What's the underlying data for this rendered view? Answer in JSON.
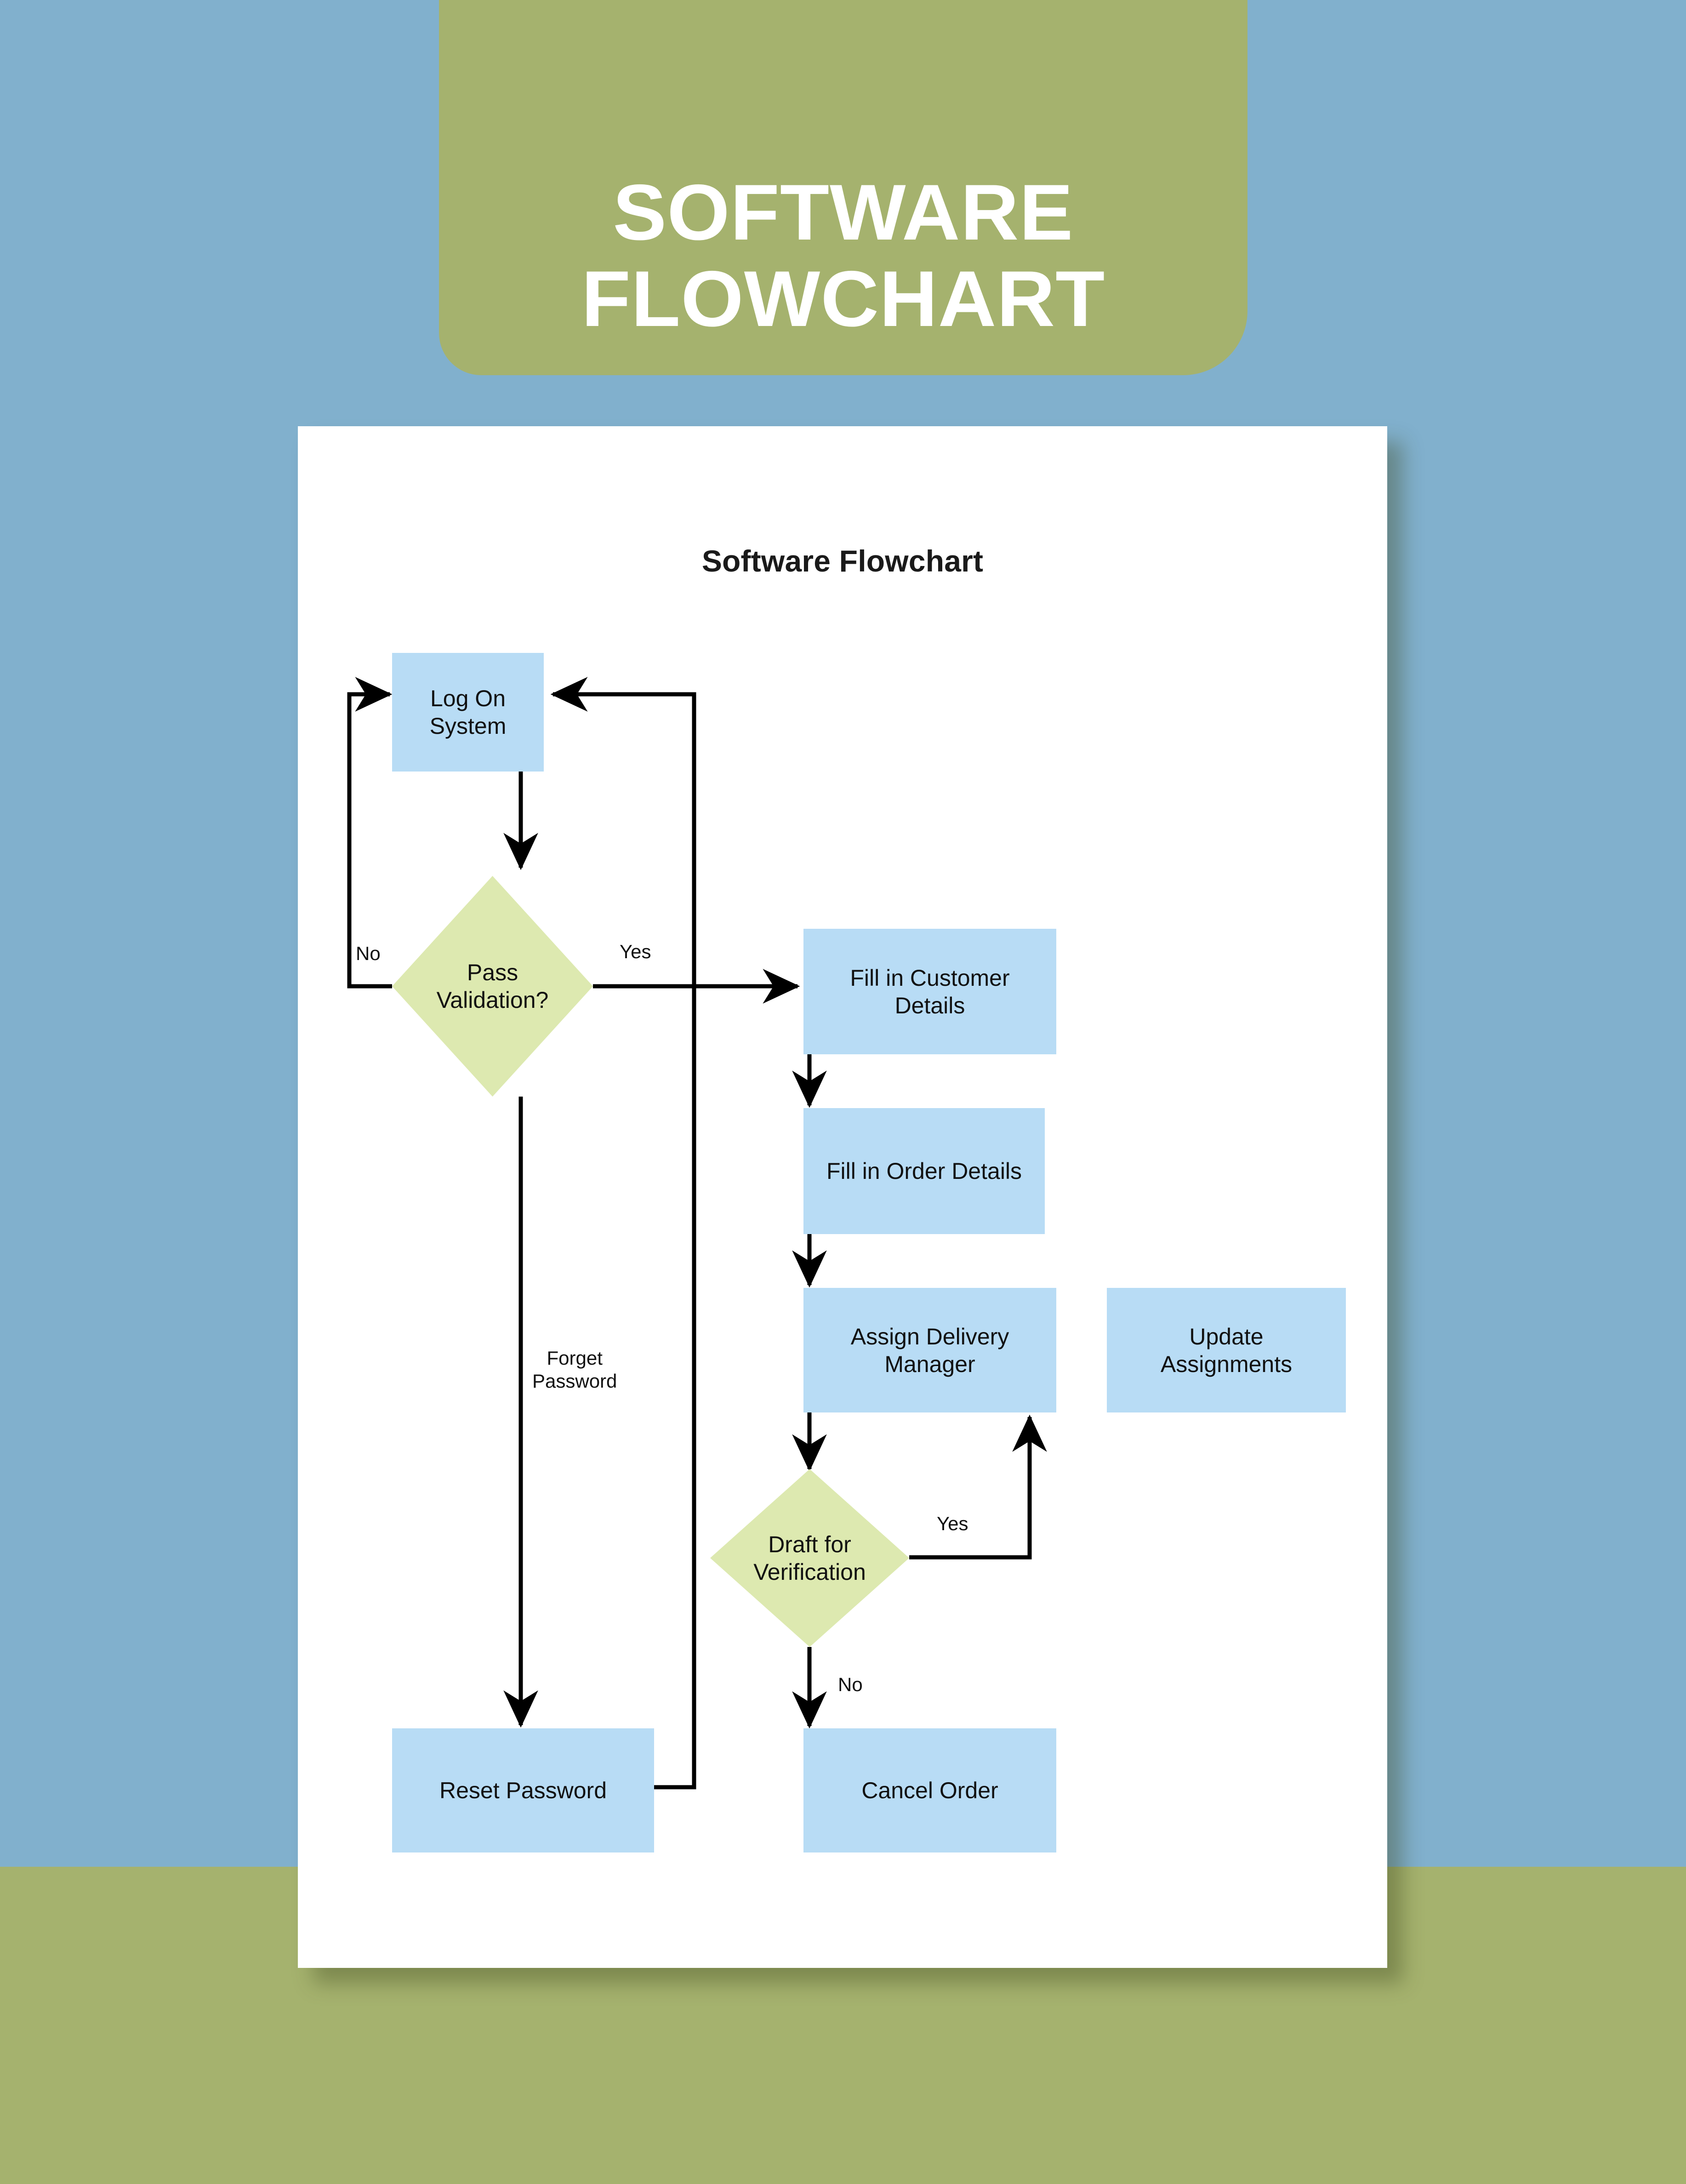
{
  "poster": {
    "background_color": "#81b0cd",
    "band_color": "#a5b26e",
    "header": {
      "line1": "SOFTWARE",
      "line2": "FLOWCHART",
      "text_color": "#ffffff",
      "plaque_color": "#a5b26e"
    }
  },
  "card": {
    "background_color": "#ffffff",
    "title": "Software Flowchart"
  },
  "chart_data": {
    "type": "flowchart",
    "title": "Software Flowchart",
    "process_color": "#b8dcf5",
    "decision_color": "#dde9b0",
    "connector_color": "#000000",
    "nodes": [
      {
        "id": "log_on_system",
        "label": "Log On System",
        "shape": "process"
      },
      {
        "id": "pass_validation",
        "label": "Pass\nValidation?",
        "shape": "decision"
      },
      {
        "id": "fill_customer",
        "label": "Fill in Customer\nDetails",
        "shape": "process"
      },
      {
        "id": "fill_order",
        "label": "Fill in Order Details",
        "shape": "process"
      },
      {
        "id": "assign_delivery",
        "label": "Assign Delivery\nManager",
        "shape": "process"
      },
      {
        "id": "update_assignments",
        "label": "Update\nAssignments",
        "shape": "process"
      },
      {
        "id": "draft_verification",
        "label": "Draft for\nVerification",
        "shape": "decision"
      },
      {
        "id": "reset_password",
        "label": "Reset Password",
        "shape": "process"
      },
      {
        "id": "cancel_order",
        "label": "Cancel Order",
        "shape": "process"
      }
    ],
    "edges": [
      {
        "from": "log_on_system",
        "to": "pass_validation",
        "label": ""
      },
      {
        "from": "pass_validation",
        "to": "log_on_system",
        "label": "No"
      },
      {
        "from": "pass_validation",
        "to": "fill_customer",
        "label": "Yes"
      },
      {
        "from": "pass_validation",
        "to": "reset_password",
        "label": "Forget\nPassword"
      },
      {
        "from": "reset_password",
        "to": "log_on_system",
        "label": ""
      },
      {
        "from": "fill_customer",
        "to": "fill_order",
        "label": ""
      },
      {
        "from": "fill_order",
        "to": "assign_delivery",
        "label": ""
      },
      {
        "from": "assign_delivery",
        "to": "draft_verification",
        "label": ""
      },
      {
        "from": "draft_verification",
        "to": "update_assignments",
        "label": "Yes"
      },
      {
        "from": "draft_verification",
        "to": "cancel_order",
        "label": "No"
      }
    ],
    "labels": {
      "no_left": "No",
      "yes_top": "Yes",
      "forget_password": "Forget\nPassword",
      "yes_bottom": "Yes",
      "no_bottom": "No"
    }
  }
}
